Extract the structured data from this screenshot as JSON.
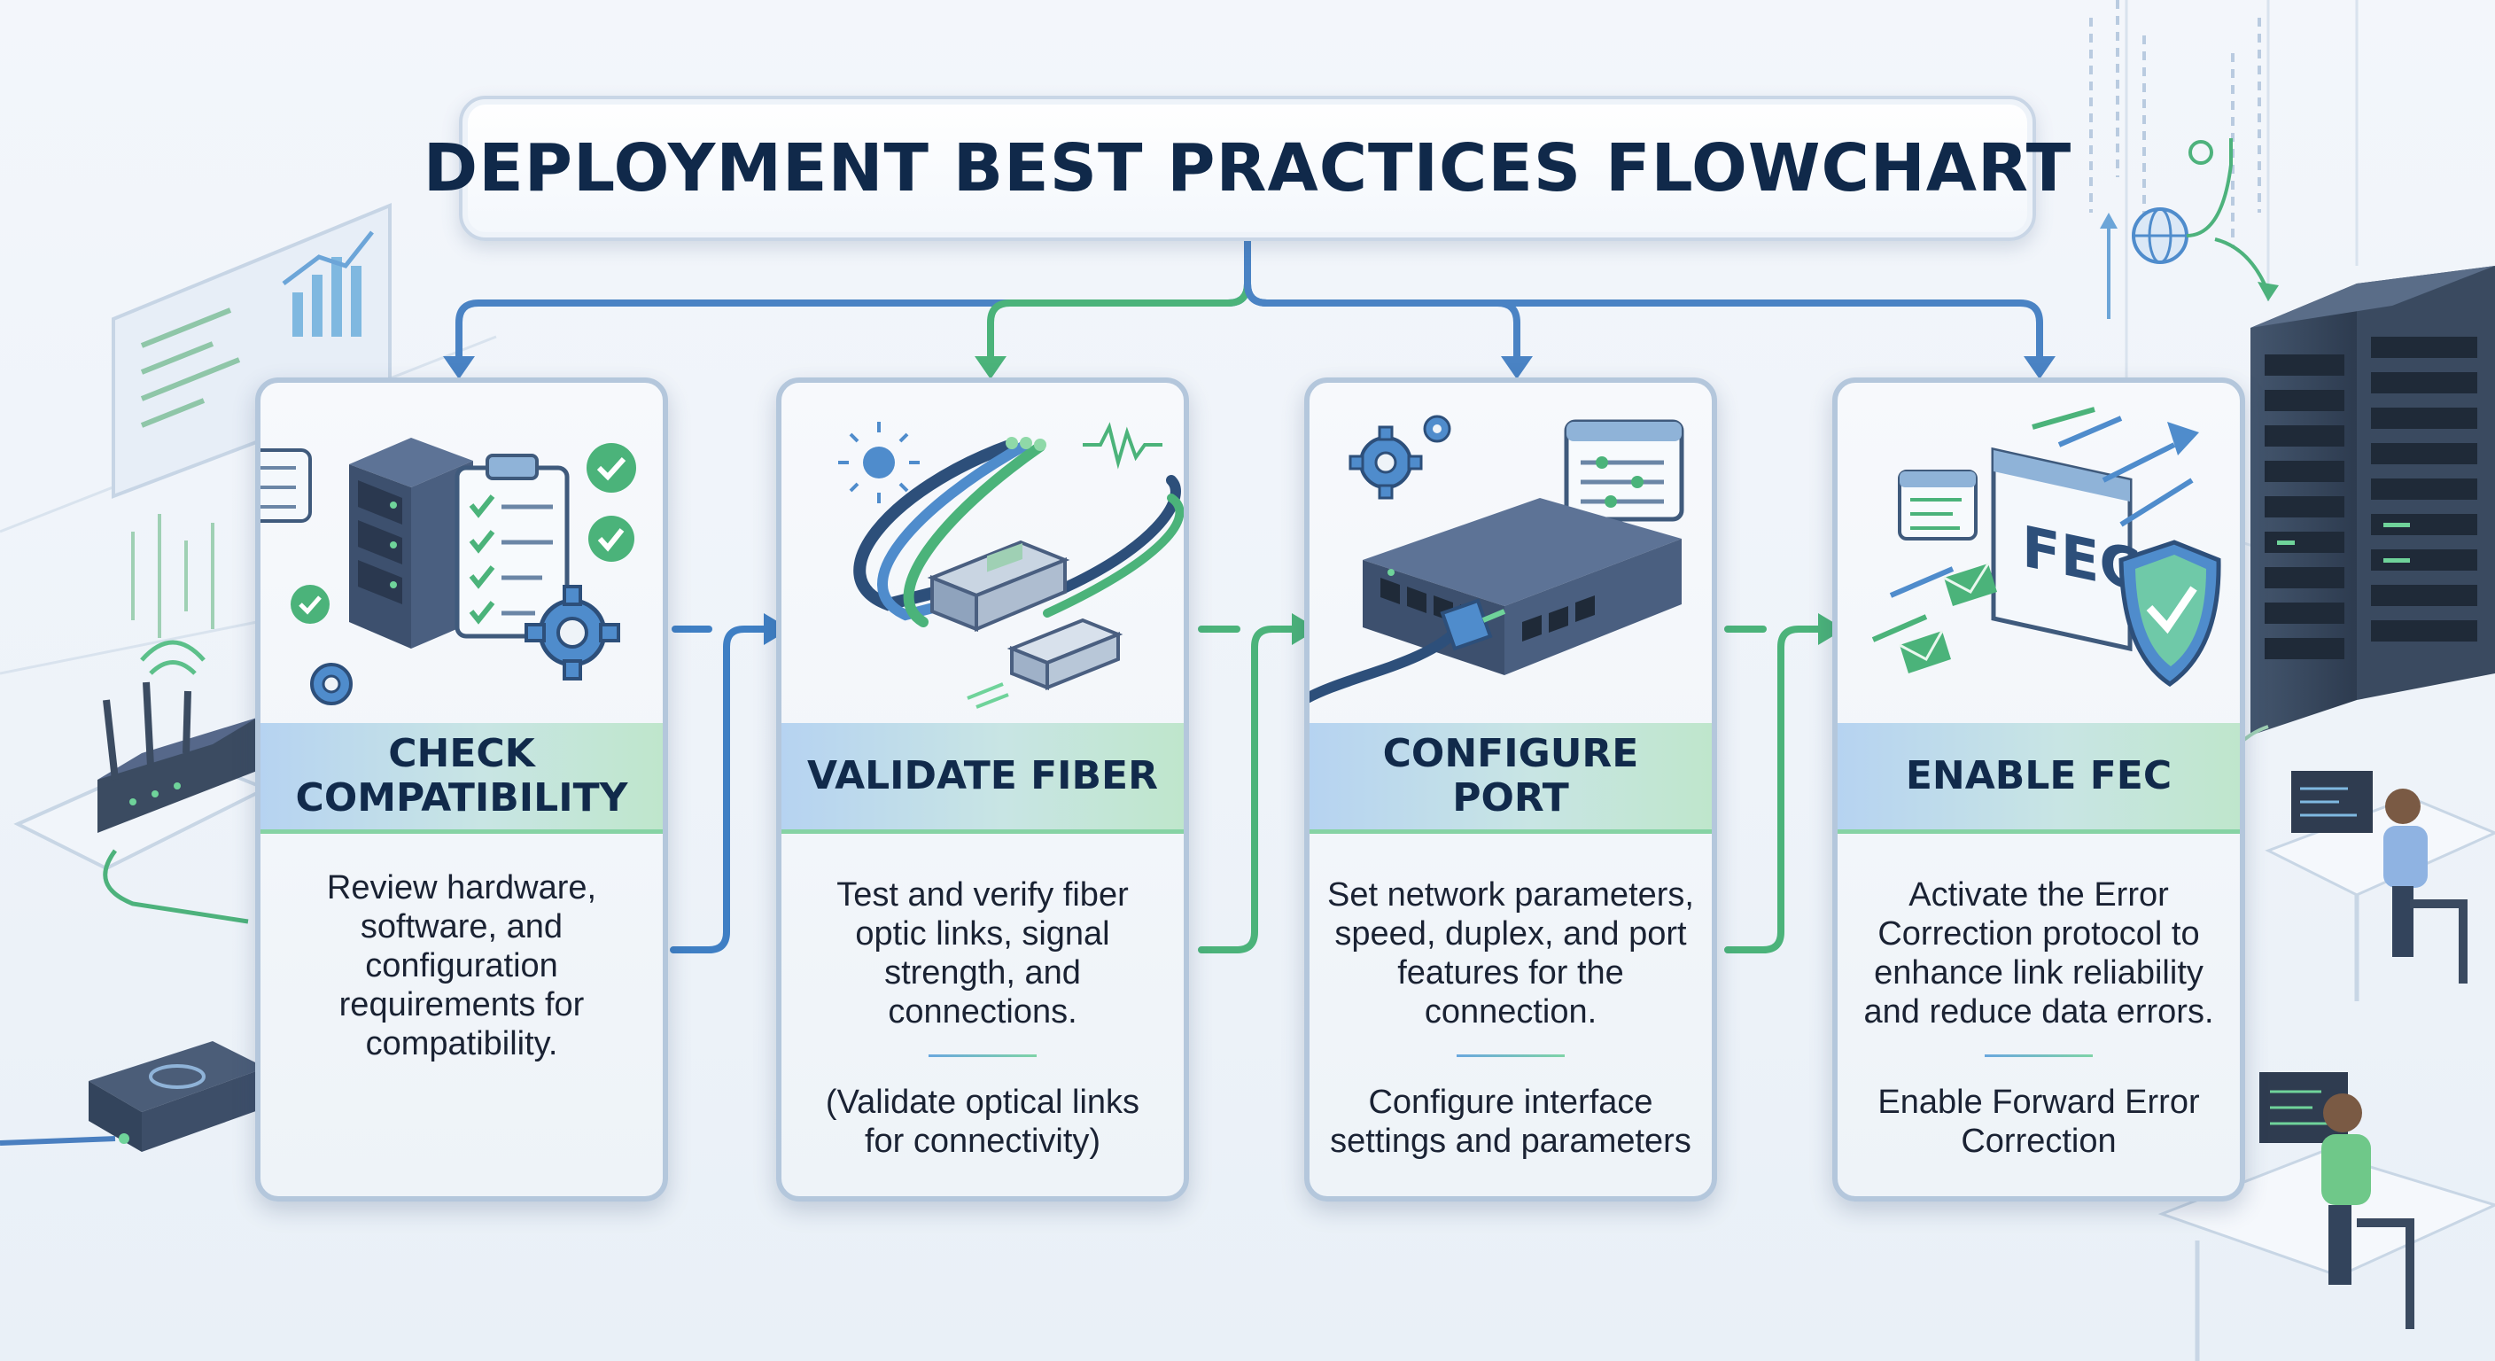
{
  "title": "DEPLOYMENT BEST PRACTICES FLOWCHART",
  "steps": [
    {
      "label": "CHECK\nCOMPATIBILITY",
      "description": "Review hardware,\nsoftware, and\nconfiguration\nrequirements for\ncompatibility.",
      "note": "",
      "icon": "server-checklist-icon"
    },
    {
      "label": "VALIDATE FIBER",
      "description": "Test and verify fiber\noptic links, signal\nstrength, and\nconnections.",
      "note": "(Validate optical links\nfor connectivity)",
      "icon": "fiber-transceiver-icon"
    },
    {
      "label": "CONFIGURE PORT",
      "description": "Set network parameters,\nspeed, duplex, and port\nfeatures for the\nconnection.",
      "note": "Configure interface\nsettings and parameters",
      "icon": "network-switch-icon"
    },
    {
      "label": "ENABLE FEC",
      "description": "Activate the Error\nCorrection protocol to\nenhance link reliability\nand reduce data errors.",
      "note": "Enable Forward Error\nCorrection",
      "icon": "fec-shield-icon",
      "illustration_text": "FEC"
    }
  ],
  "colors": {
    "accent_blue": "#3f7fc4",
    "accent_green": "#4bb37a",
    "card_border": "#b4c7dc",
    "title_text": "#10294a"
  }
}
